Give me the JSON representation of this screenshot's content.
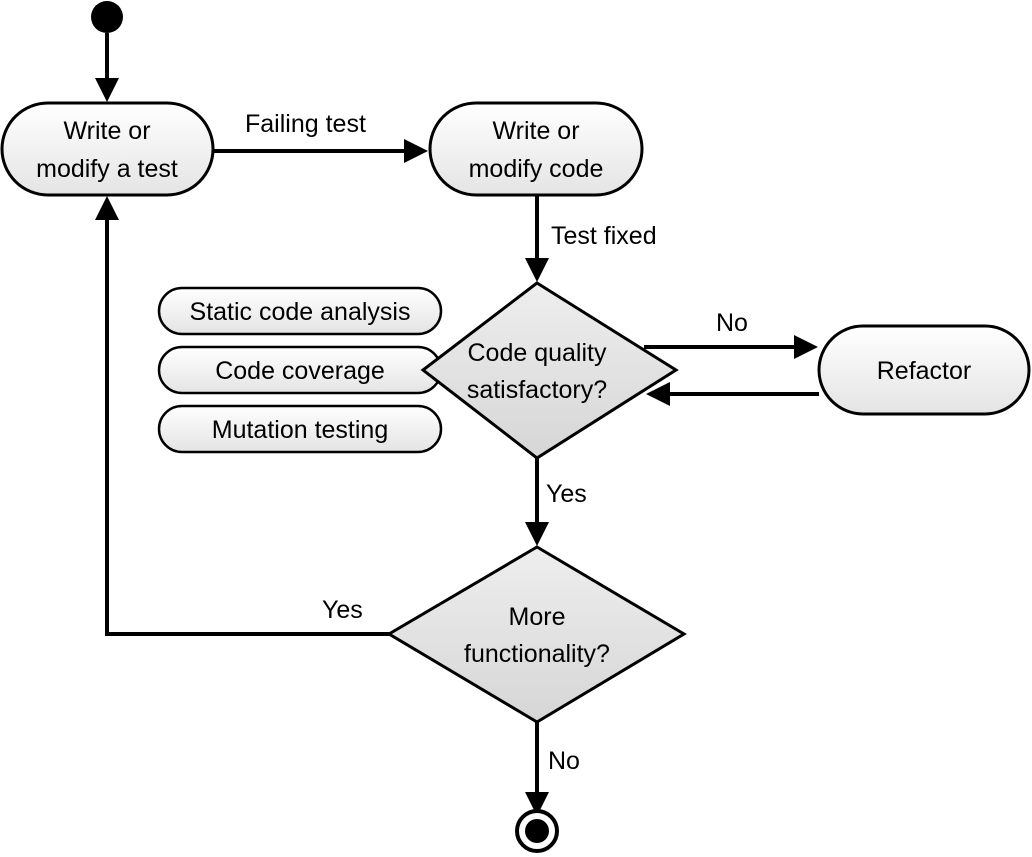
{
  "nodes": {
    "write_test": {
      "lines": [
        "Write or",
        "modify a test"
      ]
    },
    "write_code": {
      "lines": [
        "Write or",
        "modify code"
      ]
    },
    "refactor": {
      "label": "Refactor"
    },
    "quality_decision": {
      "lines": [
        "Code quality",
        "satisfactory?"
      ]
    },
    "more_decision": {
      "lines": [
        "More",
        "functionality?"
      ]
    }
  },
  "tools": [
    {
      "label": "Static code analysis"
    },
    {
      "label": "Code coverage"
    },
    {
      "label": "Mutation testing"
    }
  ],
  "edges": {
    "failing_test": "Failing test",
    "test_fixed": "Test fixed",
    "quality_no": "No",
    "quality_yes": "Yes",
    "more_yes": "Yes",
    "more_no": "No"
  }
}
